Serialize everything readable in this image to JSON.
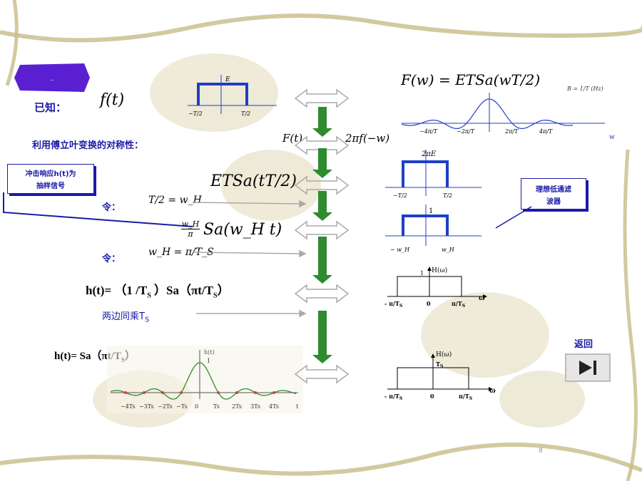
{
  "colors": {
    "blue": "#1f3fc4",
    "green": "#2e8b2e",
    "purple": "#5a1fd1",
    "navy": "#1a1aa8"
  },
  "diamond_label": "..",
  "known_label": "已知：",
  "ft_label": "f(t)",
  "symmetry_label": "利用傅立叶变换的对称性：",
  "impulse_box": {
    "line1": "冲击响应h(t)为",
    "line2": "抽样信号"
  },
  "ideal_box": {
    "line1": "理想低通滤",
    "line2": "波器"
  },
  "let1": "令：",
  "let2": "令：",
  "eq_T2": "T/2 = w_H",
  "eq_wH": "w_H = π/T_S",
  "etsa1": "ETSa(tT/2)",
  "wsa": "Sa(w_H t)",
  "wsa_coef_num": "w_H",
  "wsa_coef_den": "π",
  "fw_label": "F(w) = ETSa(wT/2)",
  "sym_formula_left": "F(t)",
  "sym_formula_right": "2πf(−w)",
  "bandwidth": "B = 1/T (Hz)",
  "ht_line": "h(t)= （1 /T",
  "ht_line_sub": "S",
  "ht_line_rest": " ）Sa（πt/T",
  "ht_line_sub2": "S",
  "ht_line_end": "）",
  "mult_label": "两边同乘T",
  "mult_sub": "S",
  "ht2": "h(t)=  Sa（πt/T",
  "ht2_sub": "S",
  "ht2_end": "）",
  "return_label": "返回",
  "page_number": "8",
  "rect1": {
    "E": "E",
    "left": "−T/2",
    "right": "T/2"
  },
  "sinc_top": {
    "ticks": [
      "−4π/T",
      "−2π/T",
      "2π/T",
      "4π/T"
    ],
    "axis": "w"
  },
  "rect2": {
    "top": "2πE",
    "left": "−T/2",
    "right": "T/2"
  },
  "rect3": {
    "top": "1",
    "left": "− w_H",
    "right": "w_H"
  },
  "hfilter1": {
    "title": "H(ω)",
    "one": "1",
    "left": "- π/T",
    "left_sub": "S",
    "zero": "0",
    "right": "π/T",
    "right_sub": "S",
    "axis": "ω"
  },
  "hfilter2": {
    "title": "H(ω)",
    "ts": "T",
    "ts_sub": "S",
    "left": "- π/T",
    "left_sub": "S",
    "zero": "0",
    "right": "π/T",
    "right_sub": "S",
    "axis": "ω"
  },
  "sinc_bottom": {
    "title": "h(t)",
    "one": "1",
    "ticks": [
      "−4Ts",
      "−3Ts",
      "−2Ts",
      "−Ts",
      "0",
      "Ts",
      "2Ts",
      "3Ts",
      "4Ts"
    ],
    "axis": "t"
  }
}
